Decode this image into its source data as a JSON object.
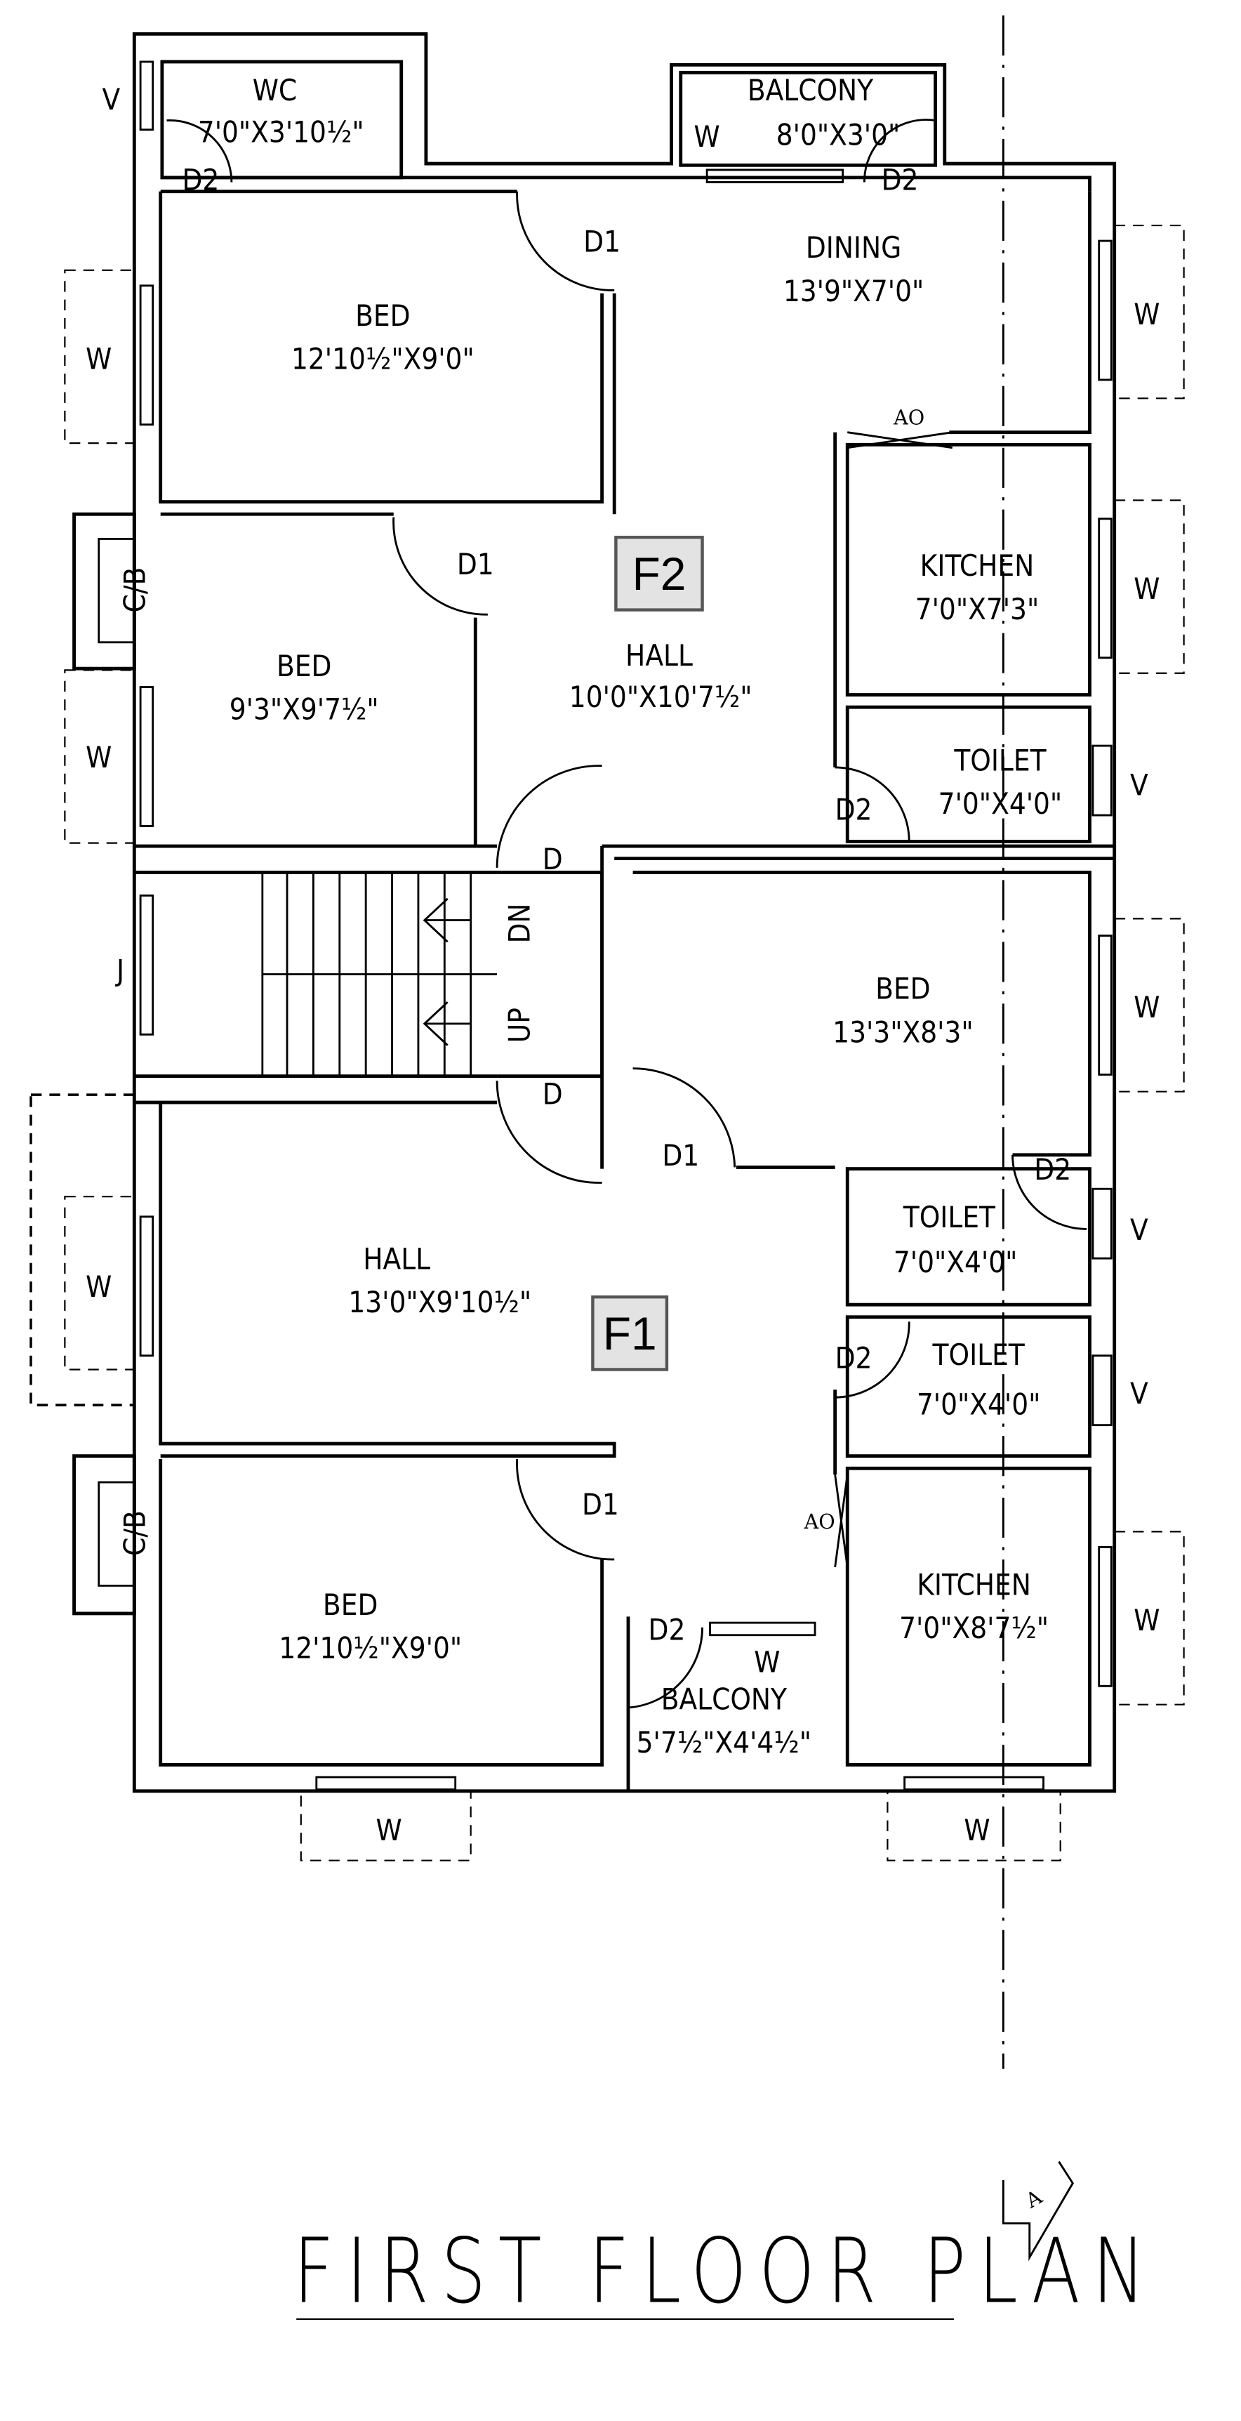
{
  "title": "FIRST FLOOR PLAN",
  "flats": {
    "f2": "F2",
    "f1": "F1"
  },
  "rooms": {
    "wc": {
      "name": "WC",
      "size": "7'0\"X3'10½\""
    },
    "balcony_top": {
      "name": "BALCONY",
      "size": "8'0\"X3'0\""
    },
    "dining": {
      "name": "DINING",
      "size": "13'9\"X7'0\""
    },
    "bed_f2_a": {
      "name": "BED",
      "size": "12'10½\"X9'0\""
    },
    "bed_f2_b": {
      "name": "BED",
      "size": "9'3\"X9'7½\""
    },
    "hall_f2": {
      "name": "HALL",
      "size": "10'0\"X10'7½\""
    },
    "kitchen_f2": {
      "name": "KITCHEN",
      "size": "7'0\"X7'3\""
    },
    "toilet_f2": {
      "name": "TOILET",
      "size": "7'0\"X4'0\""
    },
    "bed_f1_a": {
      "name": "BED",
      "size": "13'3\"X8'3\""
    },
    "toilet_f1_a": {
      "name": "TOILET",
      "size": "7'0\"X4'0\""
    },
    "toilet_f1_b": {
      "name": "TOILET",
      "size": "7'0\"X4'0\""
    },
    "hall_f1": {
      "name": "HALL",
      "size": "13'0\"X9'10½\""
    },
    "bed_f1_b": {
      "name": "BED",
      "size": "12'10½\"X9'0\""
    },
    "balcony_bottom": {
      "name": "BALCONY",
      "size": "5'7½\"X4'4½\""
    },
    "kitchen_f1": {
      "name": "KITCHEN",
      "size": "7'0\"X8'7½\""
    }
  },
  "marks": {
    "door1": "D1",
    "door2": "D2",
    "door": "D",
    "window": "W",
    "ventilator": "V",
    "jaali": "J",
    "cupboard": "C/B",
    "arch_opening": "AO",
    "stair_down": "DN",
    "stair_up": "UP",
    "section": "A"
  }
}
